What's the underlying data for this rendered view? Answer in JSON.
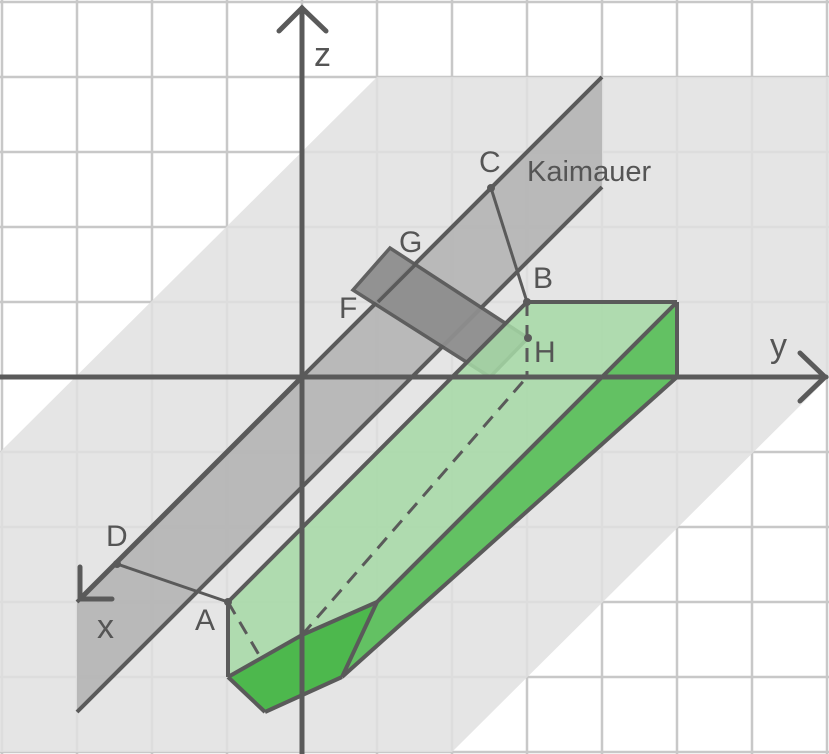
{
  "colors": {
    "grid": "#c8c8c8",
    "plane": "#e0e0e0",
    "wall": "#b4b4b4",
    "rect": "#8e8e8e",
    "ship_light": "#a6d9a6",
    "ship_mid": "#7fca7f",
    "ship_dark": "#4db84d",
    "line": "#5a5a5a"
  },
  "axes": {
    "x": "x",
    "y": "y",
    "z": "z"
  },
  "points": {
    "A": "A",
    "B": "B",
    "C": "C",
    "D": "D",
    "F": "F",
    "G": "G",
    "H": "H"
  },
  "wall_label": "Kaimauer"
}
